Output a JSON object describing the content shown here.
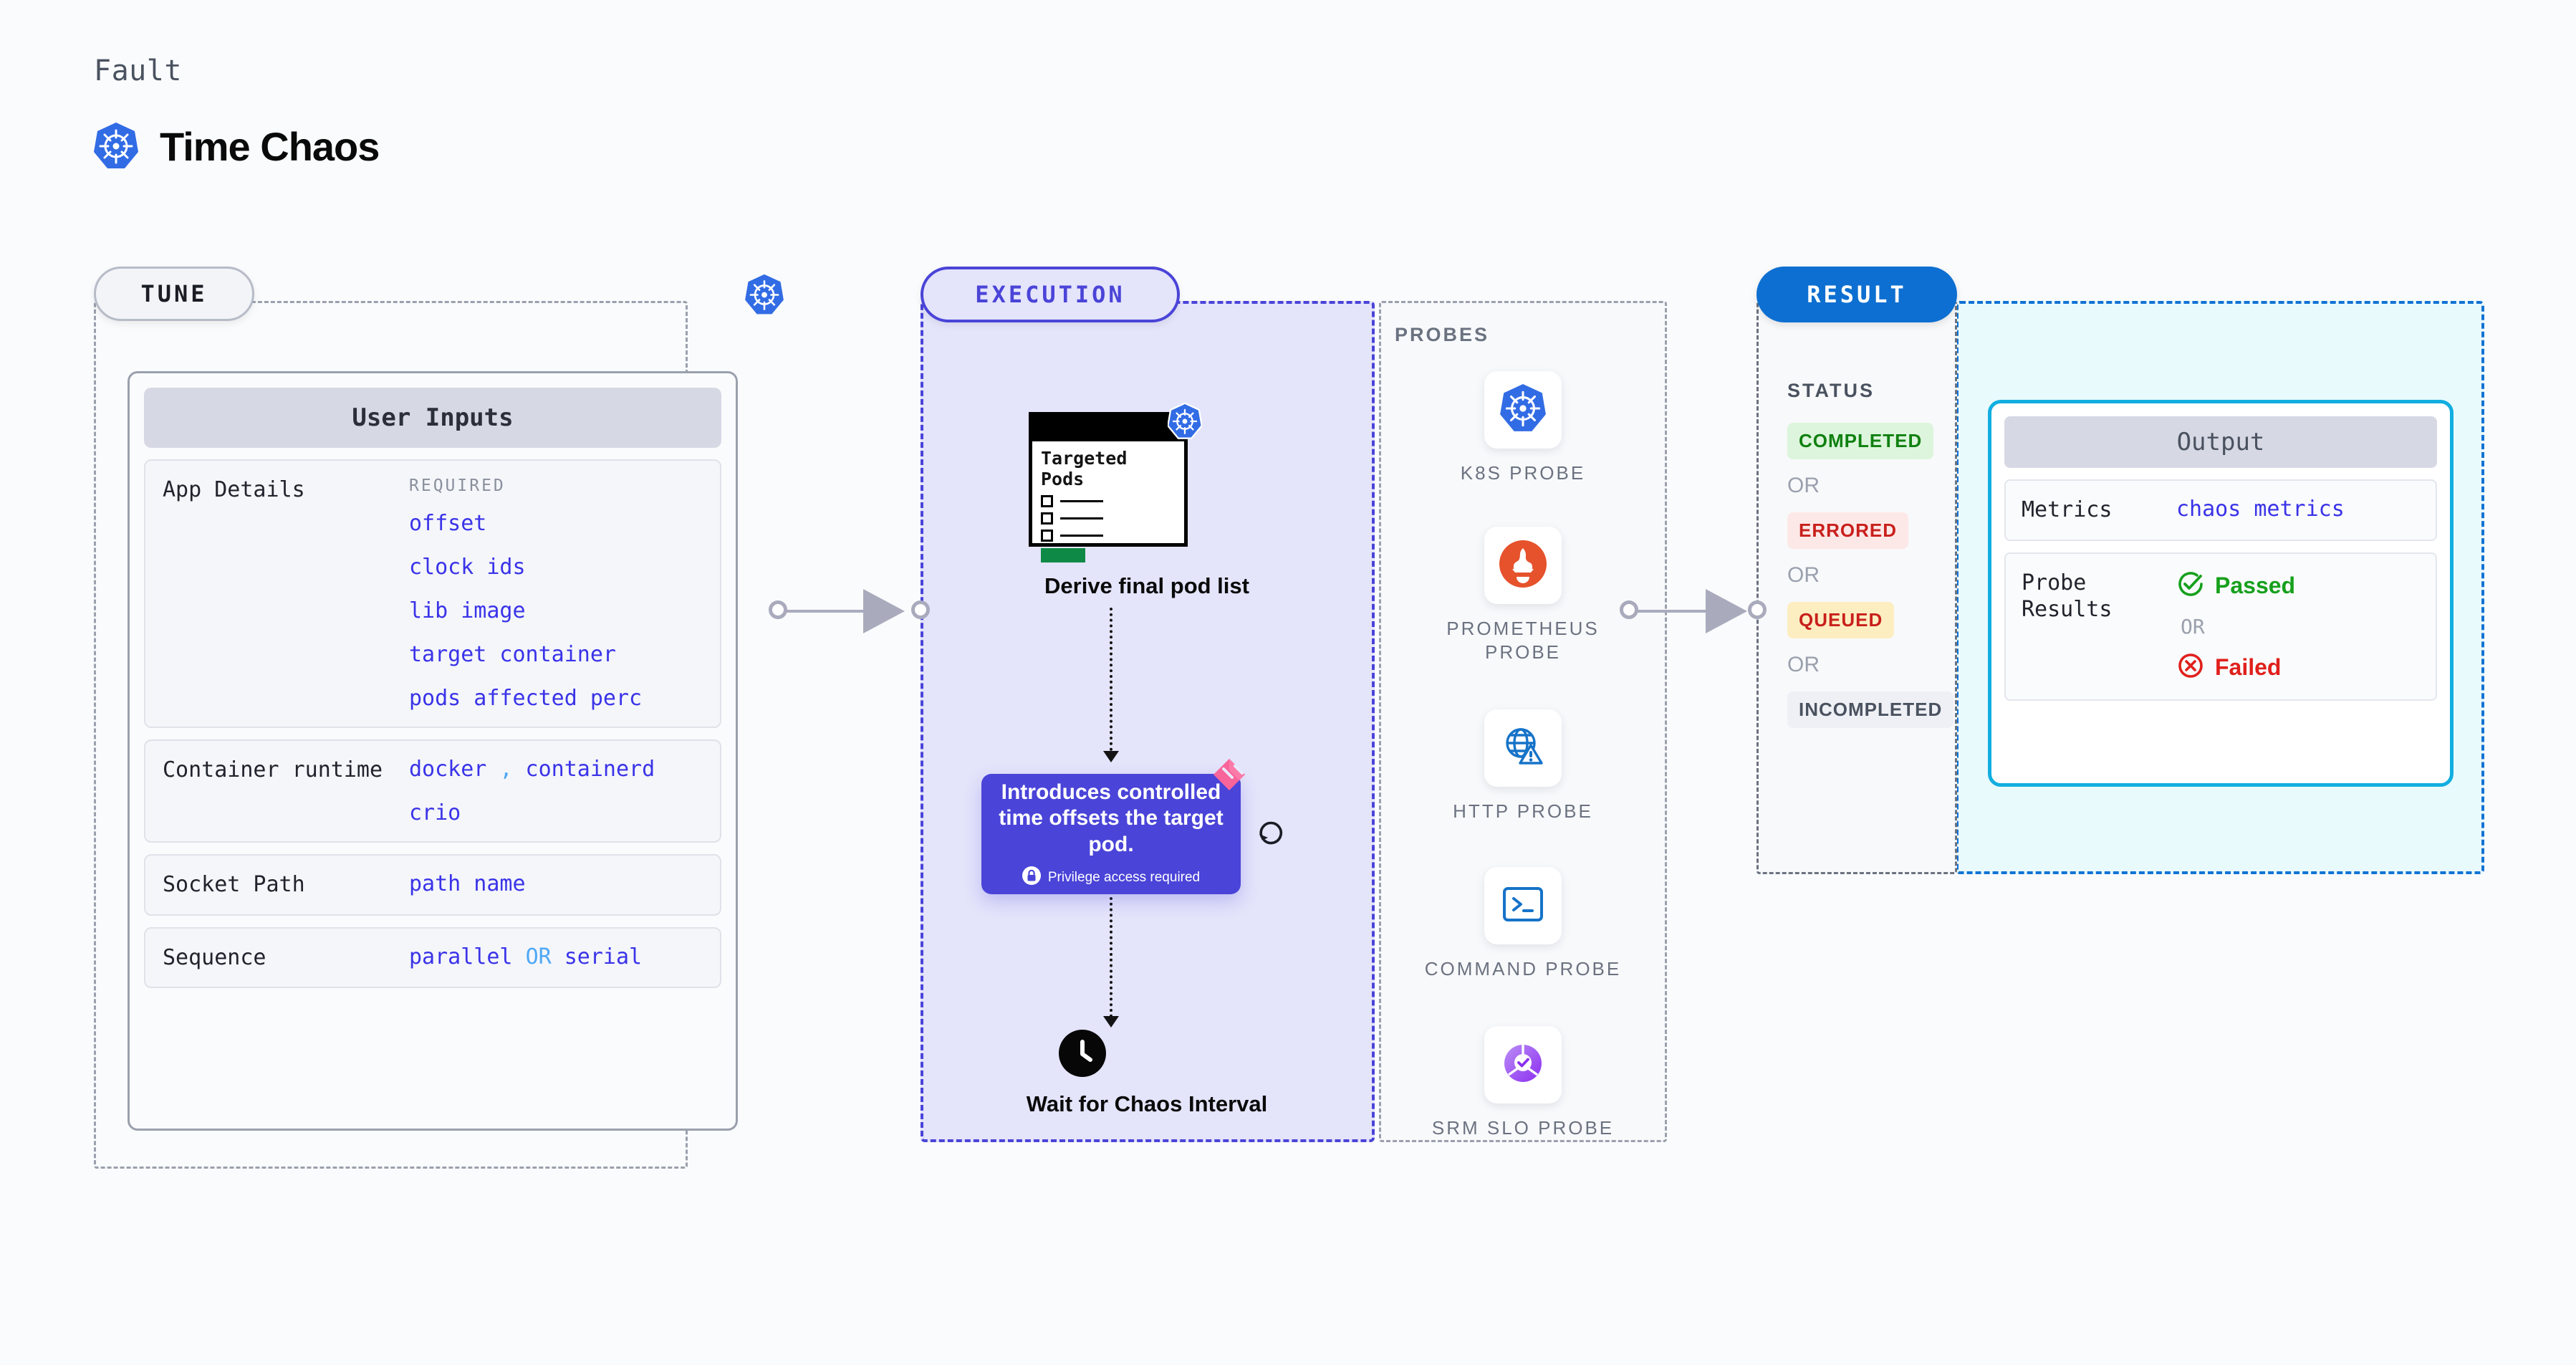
{
  "header": {
    "fault_label": "Fault",
    "title": "Time Chaos",
    "logo_icon": "kubernetes-icon"
  },
  "tune": {
    "tag": "TUNE",
    "badge_icon": "kubernetes-icon",
    "card_title": "User Inputs",
    "rows": [
      {
        "label": "App Details",
        "required_label": "REQUIRED",
        "values": [
          "offset",
          "clock ids",
          "lib image",
          "target container",
          "pods affected perc"
        ]
      },
      {
        "label": "Container runtime",
        "values": [
          "docker , containerd",
          "crio"
        ]
      },
      {
        "label": "Socket Path",
        "values": [
          "path name"
        ]
      },
      {
        "label": "Sequence",
        "values": [
          "parallel OR serial"
        ]
      }
    ]
  },
  "execution": {
    "tag": "EXECUTION",
    "pods_card": {
      "title": "Targeted Pods",
      "badge_icon": "kubernetes-icon",
      "checkbox_count": 3,
      "progress_color": "#0f8a46"
    },
    "derive_label": "Derive final pod list",
    "description_box": {
      "text": "Introduces controlled time offsets the target pod.",
      "privilege_text": "Privilege access required",
      "privilege_icon": "lock-icon",
      "ribbon_icon": "ribbon-icon",
      "background": "#4a44d8"
    },
    "refresh_icon": "refresh-loop-icon",
    "wait_label": "Wait for Chaos Interval",
    "clock_icon": "clock-icon"
  },
  "probes": {
    "title": "PROBES",
    "items": [
      {
        "label": "K8S PROBE",
        "icon": "kubernetes-icon"
      },
      {
        "label": "PROMETHEUS PROBE",
        "icon": "prometheus-icon"
      },
      {
        "label": "HTTP PROBE",
        "icon": "http-globe-warning-icon"
      },
      {
        "label": "COMMAND PROBE",
        "icon": "terminal-icon"
      },
      {
        "label": "SRM SLO PROBE",
        "icon": "srm-slo-check-icon"
      }
    ]
  },
  "result": {
    "tag": "RESULT",
    "status_title": "STATUS",
    "or_label": "OR",
    "statuses": [
      {
        "label": "COMPLETED",
        "bg": "#dcf5dc",
        "color": "#108010"
      },
      {
        "label": "ERRORED",
        "bg": "#fde8e8",
        "color": "#c8201c"
      },
      {
        "label": "QUEUED",
        "bg": "#fdeec2",
        "color": "#c8201c"
      },
      {
        "label": "INCOMPLETED",
        "bg": "#eef0f5",
        "color": "#4a5260"
      }
    ],
    "output": {
      "title": "Output",
      "metrics_label": "Metrics",
      "metrics_value": "chaos metrics",
      "probe_results_label": "Probe Results",
      "passed_label": "Passed",
      "failed_label": "Failed",
      "or_label": "OR",
      "passed_color": "#17a01d",
      "failed_color": "#e0201c",
      "passed_icon": "check-circle-icon",
      "failed_icon": "x-circle-icon"
    }
  },
  "connectors": {
    "arrow_color": "#a9abbd"
  }
}
